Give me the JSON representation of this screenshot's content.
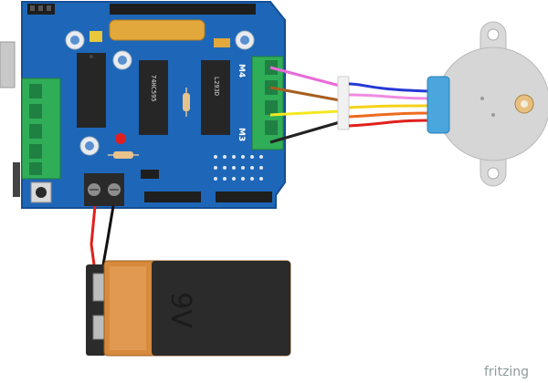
{
  "components": {
    "shift_register_label": "74HC595",
    "driver_label": "L293D",
    "port_m4_label": "M4",
    "port_m3_label": "M3",
    "battery_label": "9V",
    "watermark": "fritzing"
  },
  "colors": {
    "board": "#1e67b8",
    "board_edge": "#154f93",
    "terminal": "#2fae57",
    "chip": "#262626",
    "header": "#1e1e1e",
    "battery_orange": "#d78a3c",
    "battery_black": "#2b2b2b",
    "motor_body": "#d6d6d6",
    "motor_cap": "#4aa6dc",
    "wires": [
      "#e96ad9",
      "#a65f1e",
      "#f4e821",
      "#222222"
    ],
    "motor_wires": [
      "#2638d6",
      "#f08be3",
      "#f5d21a",
      "#ee6b1e",
      "#e0201b"
    ],
    "power_wires": [
      "#e0201b",
      "#111111"
    ]
  }
}
